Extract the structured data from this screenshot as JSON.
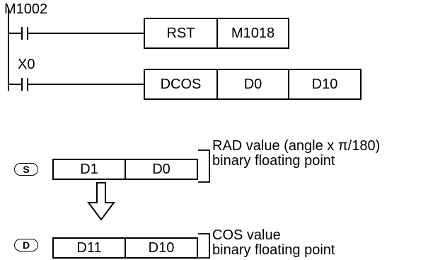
{
  "rung1": {
    "contact": "M1002",
    "instruction": [
      "RST",
      "M1018"
    ]
  },
  "rung2": {
    "contact": "X0",
    "instruction": [
      "DCOS",
      "D0",
      "D10"
    ]
  },
  "source": {
    "badge": "S",
    "cells": [
      "D1",
      "D0"
    ],
    "desc_line1": "RAD value (angle    x π/180)",
    "desc_line2": "binary floating point"
  },
  "destination": {
    "badge": "D",
    "cells": [
      "D11",
      "D10"
    ],
    "desc_line1": "COS value",
    "desc_line2": "binary floating point"
  }
}
